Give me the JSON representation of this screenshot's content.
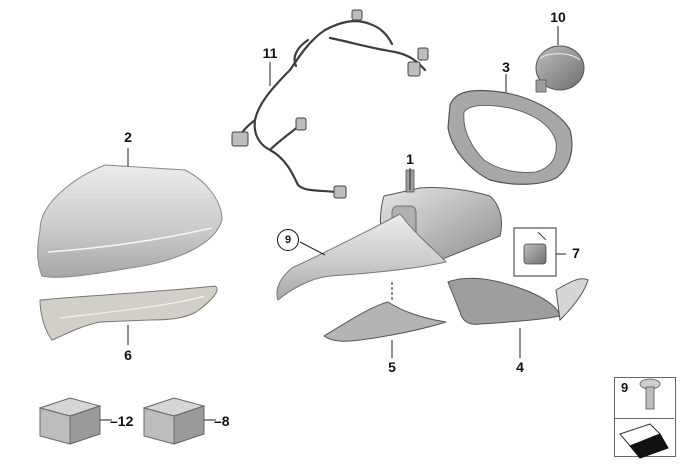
{
  "parts": [
    {
      "id": "part-1",
      "label": "1"
    },
    {
      "id": "part-2",
      "label": "2"
    },
    {
      "id": "part-3",
      "label": "3"
    },
    {
      "id": "part-4",
      "label": "4"
    },
    {
      "id": "part-5",
      "label": "5"
    },
    {
      "id": "part-6",
      "label": "6"
    },
    {
      "id": "part-7",
      "label": "7"
    },
    {
      "id": "part-8",
      "label": "8"
    },
    {
      "id": "part-9",
      "label": "9"
    },
    {
      "id": "part-10",
      "label": "10"
    },
    {
      "id": "part-11",
      "label": "11"
    },
    {
      "id": "part-12",
      "label": "12"
    }
  ],
  "callouts": {
    "p1": "1",
    "p2": "2",
    "p3": "3",
    "p4": "4",
    "p5": "5",
    "p6": "6",
    "p7": "7",
    "p8": "–8",
    "p9_circle": "9",
    "p10": "10",
    "p11": "11",
    "p12": "–12",
    "corner_screw": "9"
  },
  "colors": {
    "part_fill": "#d9d9d9",
    "part_shadow": "#9a9a9a",
    "line": "#222222"
  }
}
